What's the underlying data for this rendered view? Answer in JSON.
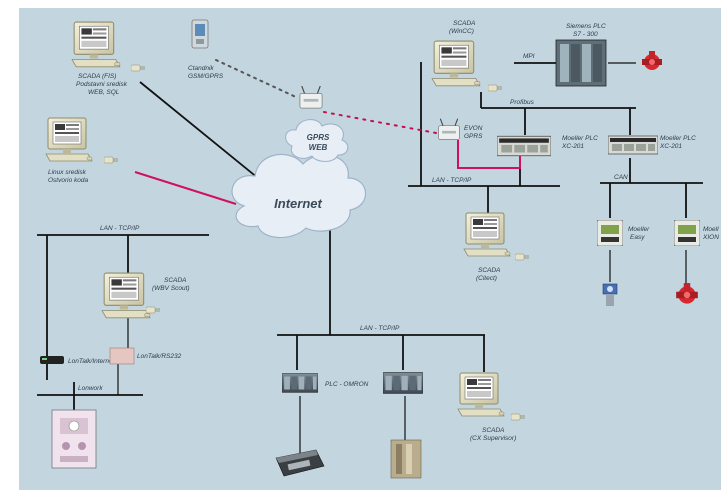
{
  "colors": {
    "background": "#c3d6e0",
    "network_line": "#111111",
    "internet_link": "#d01060",
    "gprs_dots": "#c01050",
    "cloud": "#e8eef6"
  },
  "clouds": {
    "internet": "Internet",
    "gprs": [
      "GPRS",
      "WEB"
    ]
  },
  "networks": {
    "lan_left": "LAN - TCP/IP",
    "lan_right_top": "LAN - TCP/IP",
    "lan_bottom": "LAN - TCP/IP",
    "mpi": "MPI",
    "profibus": "Profibus",
    "can": "CAN",
    "lonwork": "Lonwork"
  },
  "nodes": {
    "scada_fis": [
      "SCADA (FIS)",
      "Podstavni sredisk",
      "WEB, SQL"
    ],
    "linux": [
      "Linux sredisk",
      "Ostvorio koda"
    ],
    "ctandnik": [
      "Ctandnik",
      "GSM/GPRS"
    ],
    "scada_wincc": [
      "SCADA",
      "(WinCC)"
    ],
    "siemens_plc": [
      "Siemens PLC",
      "S7 - 300"
    ],
    "evon_gprs": [
      "EVON",
      "GPRS"
    ],
    "moeller_plc_1": [
      "Moeller PLC",
      "XC-201"
    ],
    "moeller_plc_2": [
      "Moeller PLC",
      "XC-201"
    ],
    "moeller_easy": [
      "Moeller",
      "Easy"
    ],
    "moeller_xion": [
      "Moell",
      "XION"
    ],
    "scada_citect": [
      "SCADA",
      "(Citect)"
    ],
    "scada_wbv": [
      "SCADA",
      "(WBV Scout)"
    ],
    "lonmaker_internet": "LonTalk/Internet",
    "lontalk_rs232": "LonTalk/RS232",
    "plc_omron": "PLC - OMRON",
    "scada_cx": [
      "SCADA",
      "(CX Supervisor)"
    ]
  }
}
